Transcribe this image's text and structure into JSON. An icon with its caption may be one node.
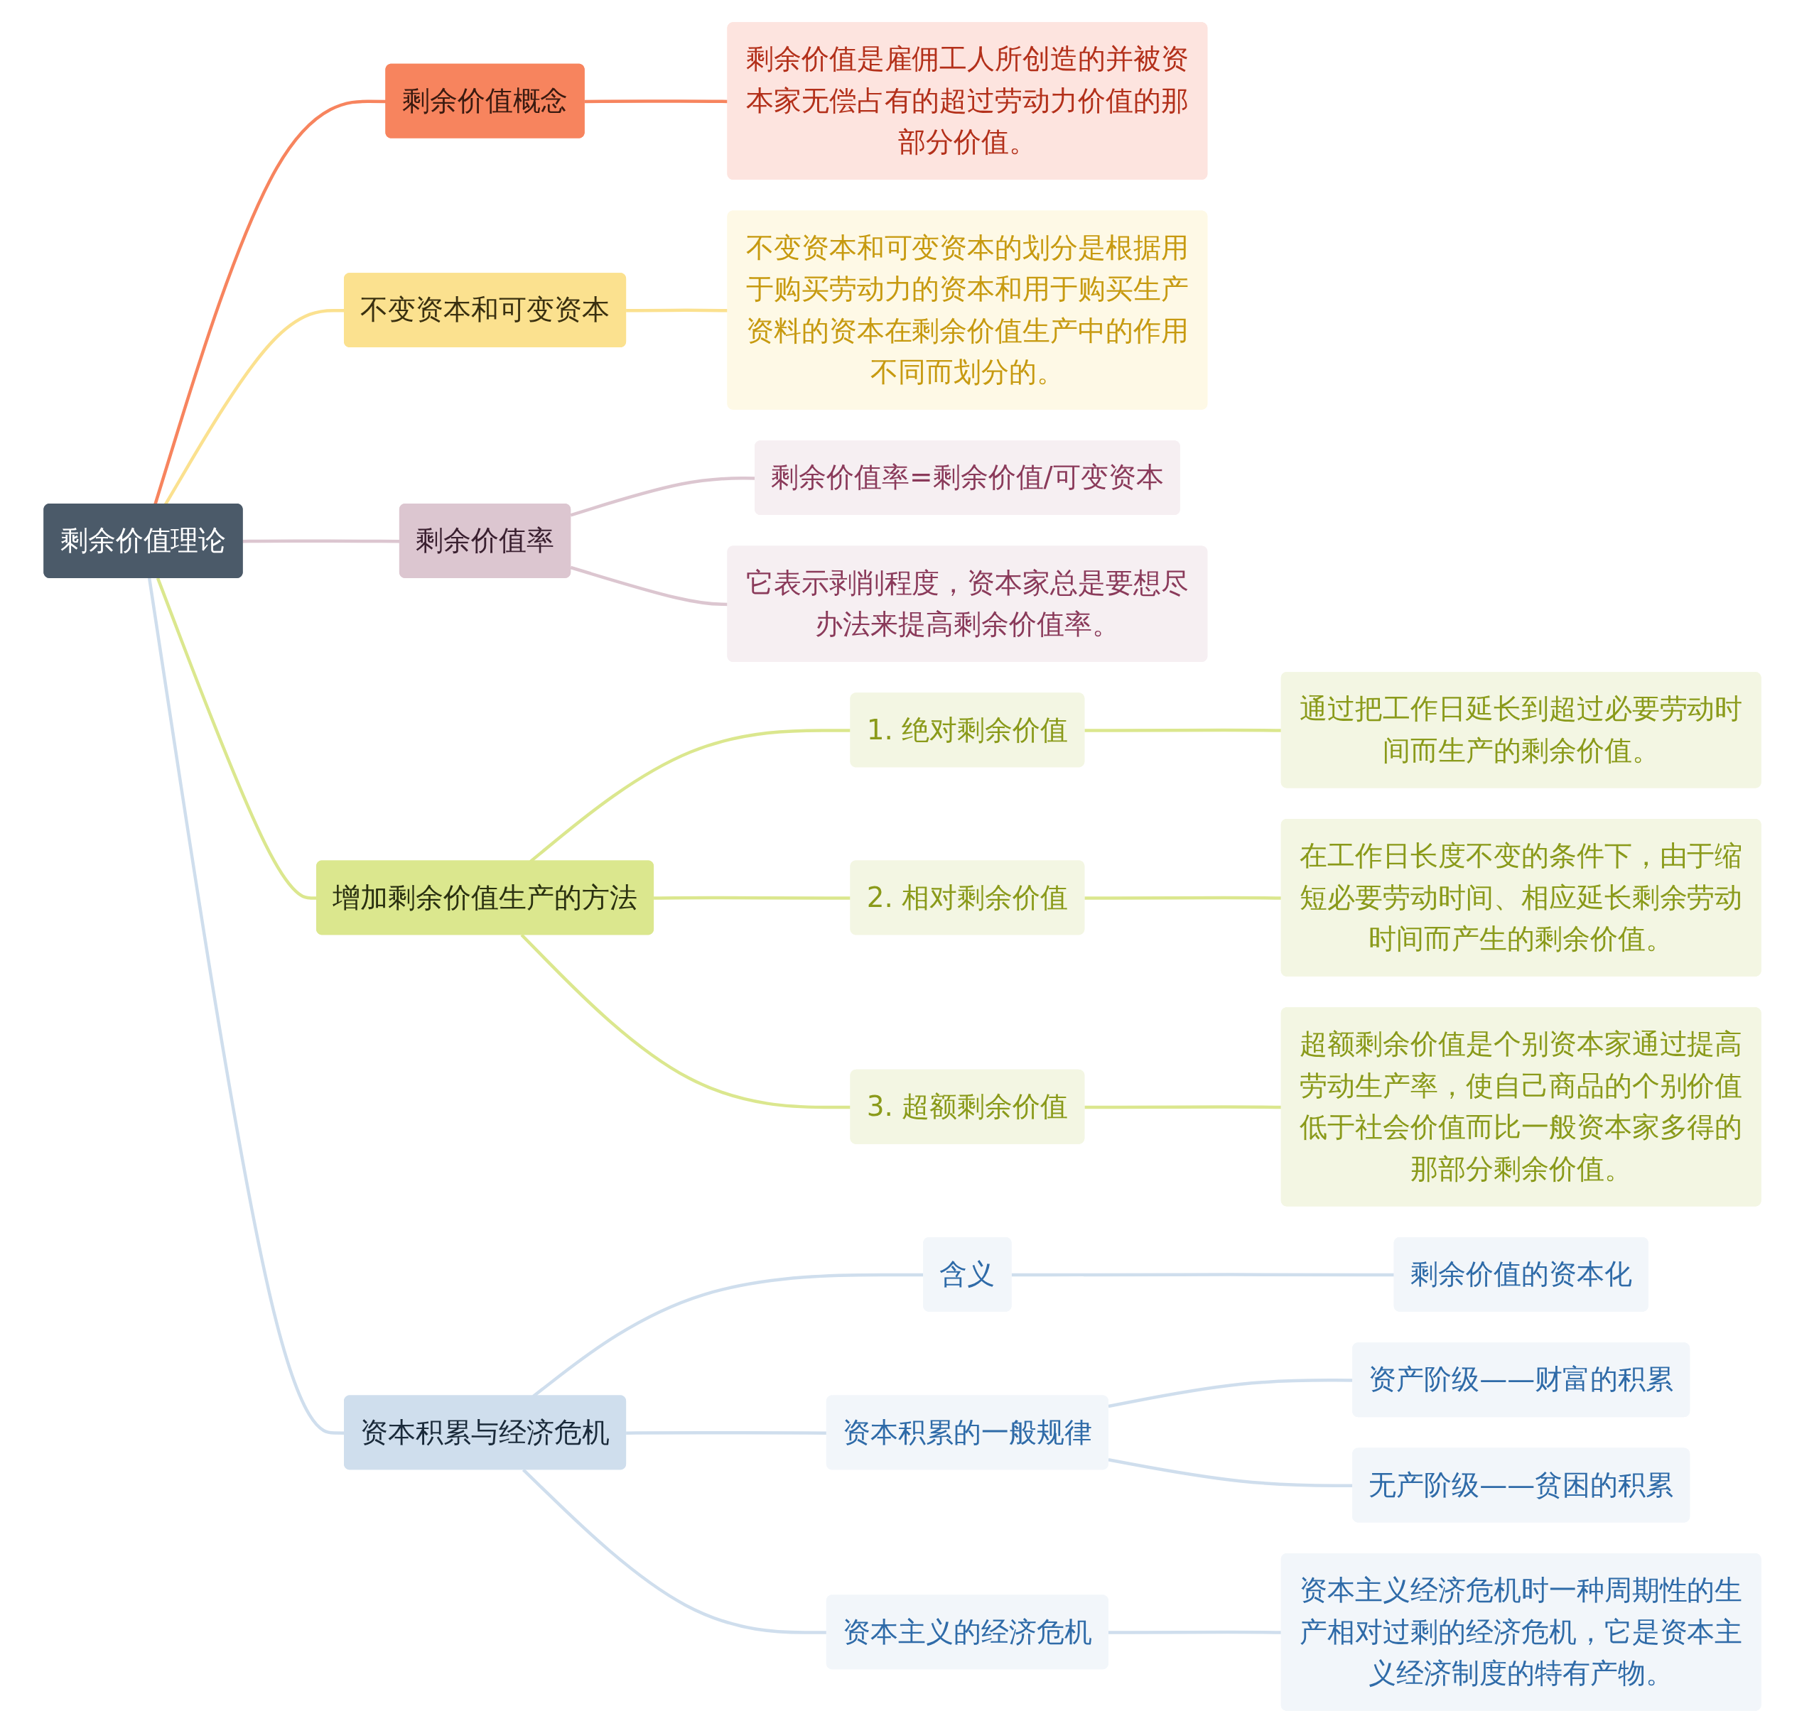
{
  "diagram": {
    "nodes": [
      {
        "text": [
          "剩余价值理论"
        ]
      },
      {
        "text": [
          "剩余价值概念"
        ]
      },
      {
        "text": [
          "剩余价值是雇佣工人所创造的并被资本家无偿占有的超过劳动力价值的那部分价值。"
        ]
      },
      {
        "text": [
          "不变资本和可变资本"
        ]
      },
      {
        "text": [
          "不变资本和可变资本的划分是根据用于购买劳动力的资本和用于购买生产资料的资本在剩余价值生产中的作用不同而划分的。"
        ]
      },
      {
        "text": [
          "剩余价值率"
        ]
      },
      {
        "text": [
          "剩余价值率=剩余价值/可变资本"
        ]
      },
      {
        "text": [
          "它表示剥削程度，资本家总是要想尽办法来提高剩余价值率。"
        ]
      },
      {
        "text": [
          "增加剩余价值生产的方法"
        ]
      },
      {
        "text": [
          "1. 绝对剩余价值"
        ]
      },
      {
        "text": [
          "通过把工作日延长到超过必要劳动时间而生产的剩余价值。"
        ]
      },
      {
        "text": [
          "2. 相对剩余价值"
        ]
      },
      {
        "text": [
          "在工作日长度不变的条件下，由于缩短必要劳动时间、相应延长剩余劳动时间而产生的剩余价值。"
        ]
      },
      {
        "text": [
          "3. 超额剩余价值"
        ]
      },
      {
        "text": [
          "超额剩余价值是个别资本家通过提高劳动生产率，使自己商品的个别价值低于社会价值而比一般资本家多得的那部分剩余价值。"
        ]
      },
      {
        "text": [
          "资本积累与经济危机"
        ]
      },
      {
        "text": [
          "含义"
        ]
      },
      {
        "text": [
          "剩余价值的资本化"
        ]
      },
      {
        "text": [
          "资本积累的一般规律"
        ]
      },
      {
        "text": [
          "资产阶级——财富的积累"
        ]
      },
      {
        "text": [
          "无产阶级——贫困的积累"
        ]
      },
      {
        "text": [
          "资本主义的经济危机"
        ]
      },
      {
        "text": [
          "资本主义经济危机时一种周期性的生产相对过剩的经济危机，它是资本主义经济制度的特有产物。"
        ]
      }
    ],
    "edges": [
      {
        "from": 0,
        "to": 1,
        "arrow": "none",
        "color": "#f7845e"
      },
      {
        "from": 1,
        "to": 2,
        "arrow": "none",
        "color": "#f7845e"
      },
      {
        "from": 0,
        "to": 3,
        "arrow": "none",
        "color": "#fbe18f"
      },
      {
        "from": 3,
        "to": 4,
        "arrow": "none",
        "color": "#fbe18f"
      },
      {
        "from": 0,
        "to": 5,
        "arrow": "none",
        "color": "#dcc6d0"
      },
      {
        "from": 5,
        "to": 6,
        "arrow": "none",
        "color": "#dcc6d0"
      },
      {
        "from": 5,
        "to": 7,
        "arrow": "none",
        "color": "#dcc6d0"
      },
      {
        "from": 0,
        "to": 8,
        "arrow": "none",
        "color": "#dbe78e"
      },
      {
        "from": 8,
        "to": 9,
        "arrow": "none",
        "color": "#dbe78e"
      },
      {
        "from": 9,
        "to": 10,
        "arrow": "none",
        "color": "#dbe78e"
      },
      {
        "from": 8,
        "to": 11,
        "arrow": "none",
        "color": "#dbe78e"
      },
      {
        "from": 11,
        "to": 12,
        "arrow": "none",
        "color": "#dbe78e"
      },
      {
        "from": 8,
        "to": 13,
        "arrow": "none",
        "color": "#dbe78e"
      },
      {
        "from": 13,
        "to": 14,
        "arrow": "none",
        "color": "#dbe78e"
      },
      {
        "from": 0,
        "to": 15,
        "arrow": "none",
        "color": "#cfdeed"
      },
      {
        "from": 15,
        "to": 16,
        "arrow": "none",
        "color": "#cfdeed"
      },
      {
        "from": 16,
        "to": 17,
        "arrow": "none",
        "color": "#cfdeed"
      },
      {
        "from": 15,
        "to": 18,
        "arrow": "none",
        "color": "#cfdeed"
      },
      {
        "from": 18,
        "to": 19,
        "arrow": "none",
        "color": "#cfdeed"
      },
      {
        "from": 18,
        "to": 20,
        "arrow": "none",
        "color": "#cfdeed"
      },
      {
        "from": 15,
        "to": 21,
        "arrow": "none",
        "color": "#cfdeed"
      },
      {
        "from": 21,
        "to": 22,
        "arrow": "none",
        "color": "#cfdeed"
      }
    ]
  }
}
